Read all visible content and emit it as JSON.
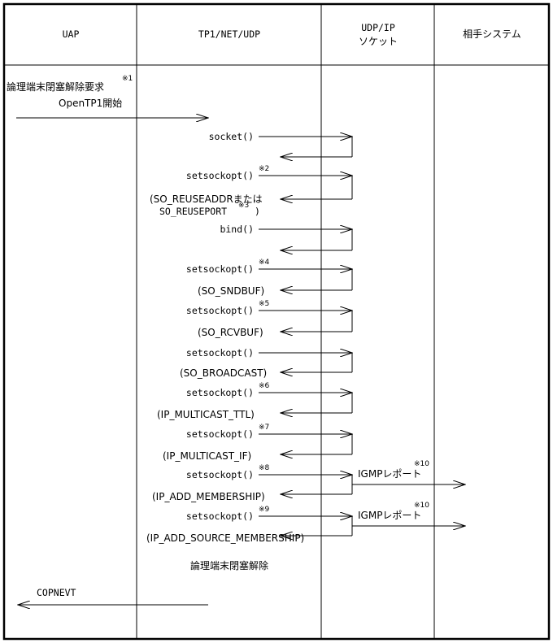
{
  "headers": {
    "uap": "UAP",
    "tp1": "TP1/NET/UDP",
    "udp_line1": "UDP/IP",
    "udp_line2": "ソケット",
    "partner": "相手システム"
  },
  "request": {
    "label": "論理端末閉塞解除要求",
    "note": "※1",
    "start": "OpenTP1開始"
  },
  "calls": [
    {
      "label": "socket()",
      "note": "",
      "param1": "",
      "param2": "",
      "param2_note": "",
      "close": ""
    },
    {
      "label": "setsockopt()",
      "note": "※2",
      "param1": "(SO_REUSEADDRまたは",
      "param2": "SO_REUSEPORT",
      "param2_note": "※3",
      "close": ")"
    },
    {
      "label": "bind()",
      "note": "",
      "param1": "",
      "param2": "",
      "param2_note": "",
      "close": ""
    },
    {
      "label": "setsockopt()",
      "note": "※4",
      "param1": "(SO_SNDBUF)",
      "param2": "",
      "param2_note": "",
      "close": ""
    },
    {
      "label": "setsockopt()",
      "note": "※5",
      "param1": "(SO_RCVBUF)",
      "param2": "",
      "param2_note": "",
      "close": ""
    },
    {
      "label": "setsockopt()",
      "note": "",
      "param1": "(SO_BROADCAST)",
      "param2": "",
      "param2_note": "",
      "close": ""
    },
    {
      "label": "setsockopt()",
      "note": "※6",
      "param1": "(IP_MULTICAST_TTL)",
      "param2": "",
      "param2_note": "",
      "close": ""
    },
    {
      "label": "setsockopt()",
      "note": "※7",
      "param1": "(IP_MULTICAST_IF)",
      "param2": "",
      "param2_note": "",
      "close": ""
    },
    {
      "label": "setsockopt()",
      "note": "※8",
      "param1": "(IP_ADD_MEMBERSHIP)",
      "param2": "",
      "param2_note": "",
      "close": ""
    },
    {
      "label": "setsockopt()",
      "note": "※9",
      "param1": "(IP_ADD_SOURCE_MEMBERSHIP)",
      "param2": "",
      "param2_note": "",
      "close": ""
    }
  ],
  "igmp": [
    {
      "label": "IGMPレポート",
      "note": "※10"
    },
    {
      "label": "IGMPレポート",
      "note": "※10"
    }
  ],
  "release": "論理端末閉塞解除",
  "event": "COPNEVT"
}
